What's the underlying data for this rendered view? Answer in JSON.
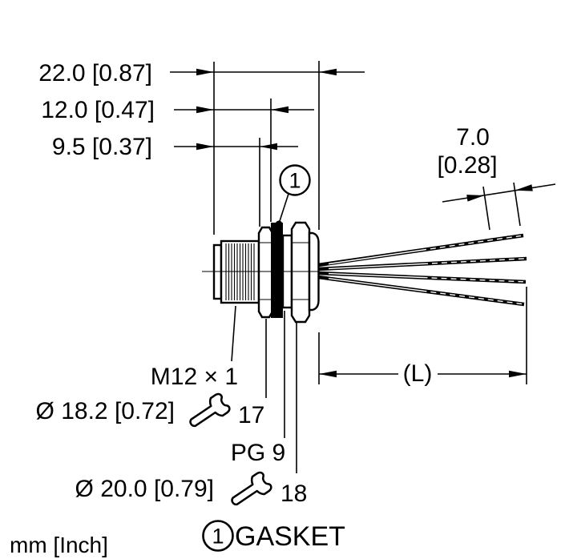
{
  "colors": {
    "line": "#000000",
    "background": "#ffffff"
  },
  "dimensions": {
    "overall_length": "22.0 [0.87]",
    "mid_length": "12.0 [0.47]",
    "front_length": "9.5 [0.37]",
    "strip_length_mm": "7.0",
    "strip_length_inch": "[0.28]",
    "wire_length": "(L)"
  },
  "callouts": {
    "thread_spec": "M12 × 1",
    "front_diameter": "Ø 18.2 [0.72]",
    "wrench_size_front": "17",
    "gland_thread_spec": "PG 9",
    "gasket_diameter": "Ø 20.0 [0.79]",
    "wrench_size_gland": "18",
    "balloon_number": "1",
    "gasket_label": "GASKET"
  },
  "footer": {
    "units_note": "mm [Inch]"
  }
}
